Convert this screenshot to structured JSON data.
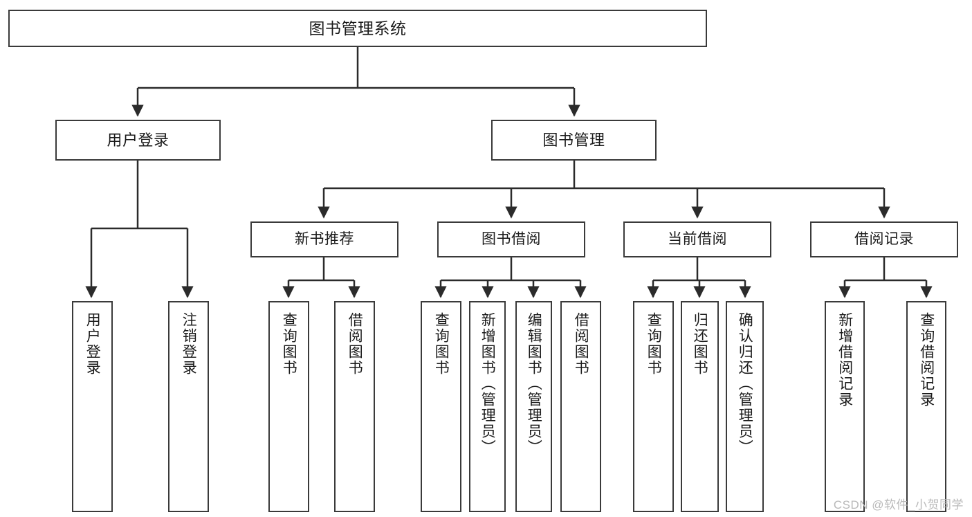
{
  "diagram": {
    "title": "图书管理系统",
    "type": "tree-hierarchy-diagram",
    "colors": {
      "box_border": "#3a3a3a",
      "box_fill": "#ffffff",
      "connector": "#2b2b2b",
      "text": "#1a1a1a",
      "watermark": "#b9b9b9"
    },
    "root": {
      "label": "图书管理系统"
    },
    "level1": [
      {
        "label": "用户登录"
      },
      {
        "label": "图书管理"
      }
    ],
    "level2": [
      {
        "label": "新书推荐"
      },
      {
        "label": "图书借阅"
      },
      {
        "label": "当前借阅"
      },
      {
        "label": "借阅记录"
      }
    ],
    "leaves": {
      "user_login": [
        {
          "label": "用户登录"
        },
        {
          "label": "注销登录"
        }
      ],
      "new_book_recommend": [
        {
          "label": "查询图书"
        },
        {
          "label": "借阅图书"
        }
      ],
      "book_borrow": [
        {
          "label": "查询图书"
        },
        {
          "label": "新增图书（管理员）"
        },
        {
          "label": "编辑图书（管理员）"
        },
        {
          "label": "借阅图书"
        }
      ],
      "current_borrow": [
        {
          "label": "查询图书"
        },
        {
          "label": "归还图书"
        },
        {
          "label": "确认归还（管理员）"
        }
      ],
      "borrow_record": [
        {
          "label": "新增借阅记录"
        },
        {
          "label": "查询借阅记录"
        }
      ]
    },
    "watermark": "CSDN @软件_小贺同学"
  }
}
